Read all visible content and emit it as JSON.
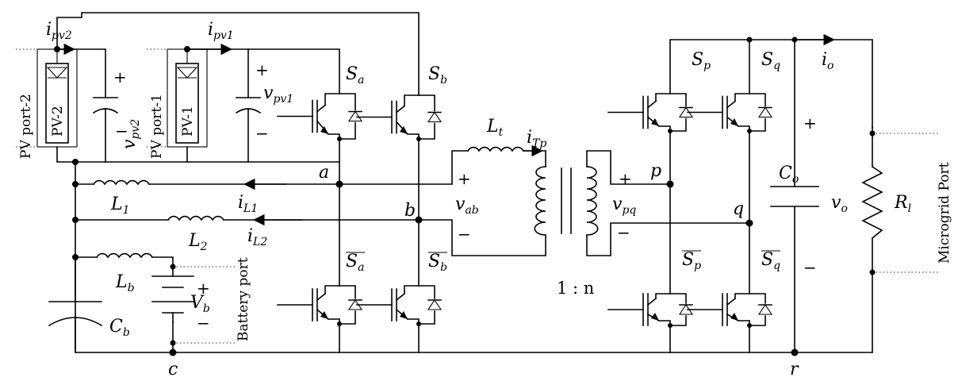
{
  "labels": {
    "ipv2": {
      "main": "i",
      "sub": "pv2"
    },
    "ipv1": {
      "main": "i",
      "sub": "pv1"
    },
    "vpv2": {
      "main": "v",
      "sub": "pv2"
    },
    "vpv1": {
      "main": "v",
      "sub": "pv1"
    },
    "Sa": {
      "main": "S",
      "sub": "a"
    },
    "Sb": {
      "main": "S",
      "sub": "b"
    },
    "Sa_bar": {
      "main": "S",
      "sub": "a"
    },
    "Sb_bar": {
      "main": "S",
      "sub": "b"
    },
    "Sp": {
      "main": "S",
      "sub": "p"
    },
    "Sq": {
      "main": "S",
      "sub": "q"
    },
    "Sp_bar": {
      "main": "S",
      "sub": "p"
    },
    "Sq_bar": {
      "main": "S",
      "sub": "q"
    },
    "Lt": {
      "main": "L",
      "sub": "t"
    },
    "iTp": {
      "main": "i",
      "sub": "Tp"
    },
    "L1": {
      "main": "L",
      "sub": "1"
    },
    "L2": {
      "main": "L",
      "sub": "2"
    },
    "Lb": {
      "main": "L",
      "sub": "b"
    },
    "iL1": {
      "main": "i",
      "sub": "L1"
    },
    "iL2": {
      "main": "i",
      "sub": "L2"
    },
    "vab": {
      "main": "v",
      "sub": "ab"
    },
    "vpq": {
      "main": "v",
      "sub": "pq"
    },
    "Vb": {
      "main": "V",
      "sub": "b"
    },
    "Cb": {
      "main": "C",
      "sub": "b"
    },
    "Co": {
      "main": "C",
      "sub": "o"
    },
    "vo": {
      "main": "v",
      "sub": "o"
    },
    "io": {
      "main": "i",
      "sub": "o"
    },
    "Rl": {
      "main": "R",
      "sub": "l"
    }
  },
  "nodes": {
    "a": "a",
    "b": "b",
    "c": "c",
    "p": "p",
    "q": "q",
    "r": "r"
  },
  "ports": {
    "pv2_port": "PV port-2",
    "pv1_port": "PV port-1",
    "pv2_panel": "PV-2",
    "pv1_panel": "PV-1",
    "battery_port": "Battery port",
    "microgrid_port": "Microgrid Port"
  },
  "ratio": "1 : n",
  "signs": {
    "plus": "+",
    "minus": "−"
  }
}
